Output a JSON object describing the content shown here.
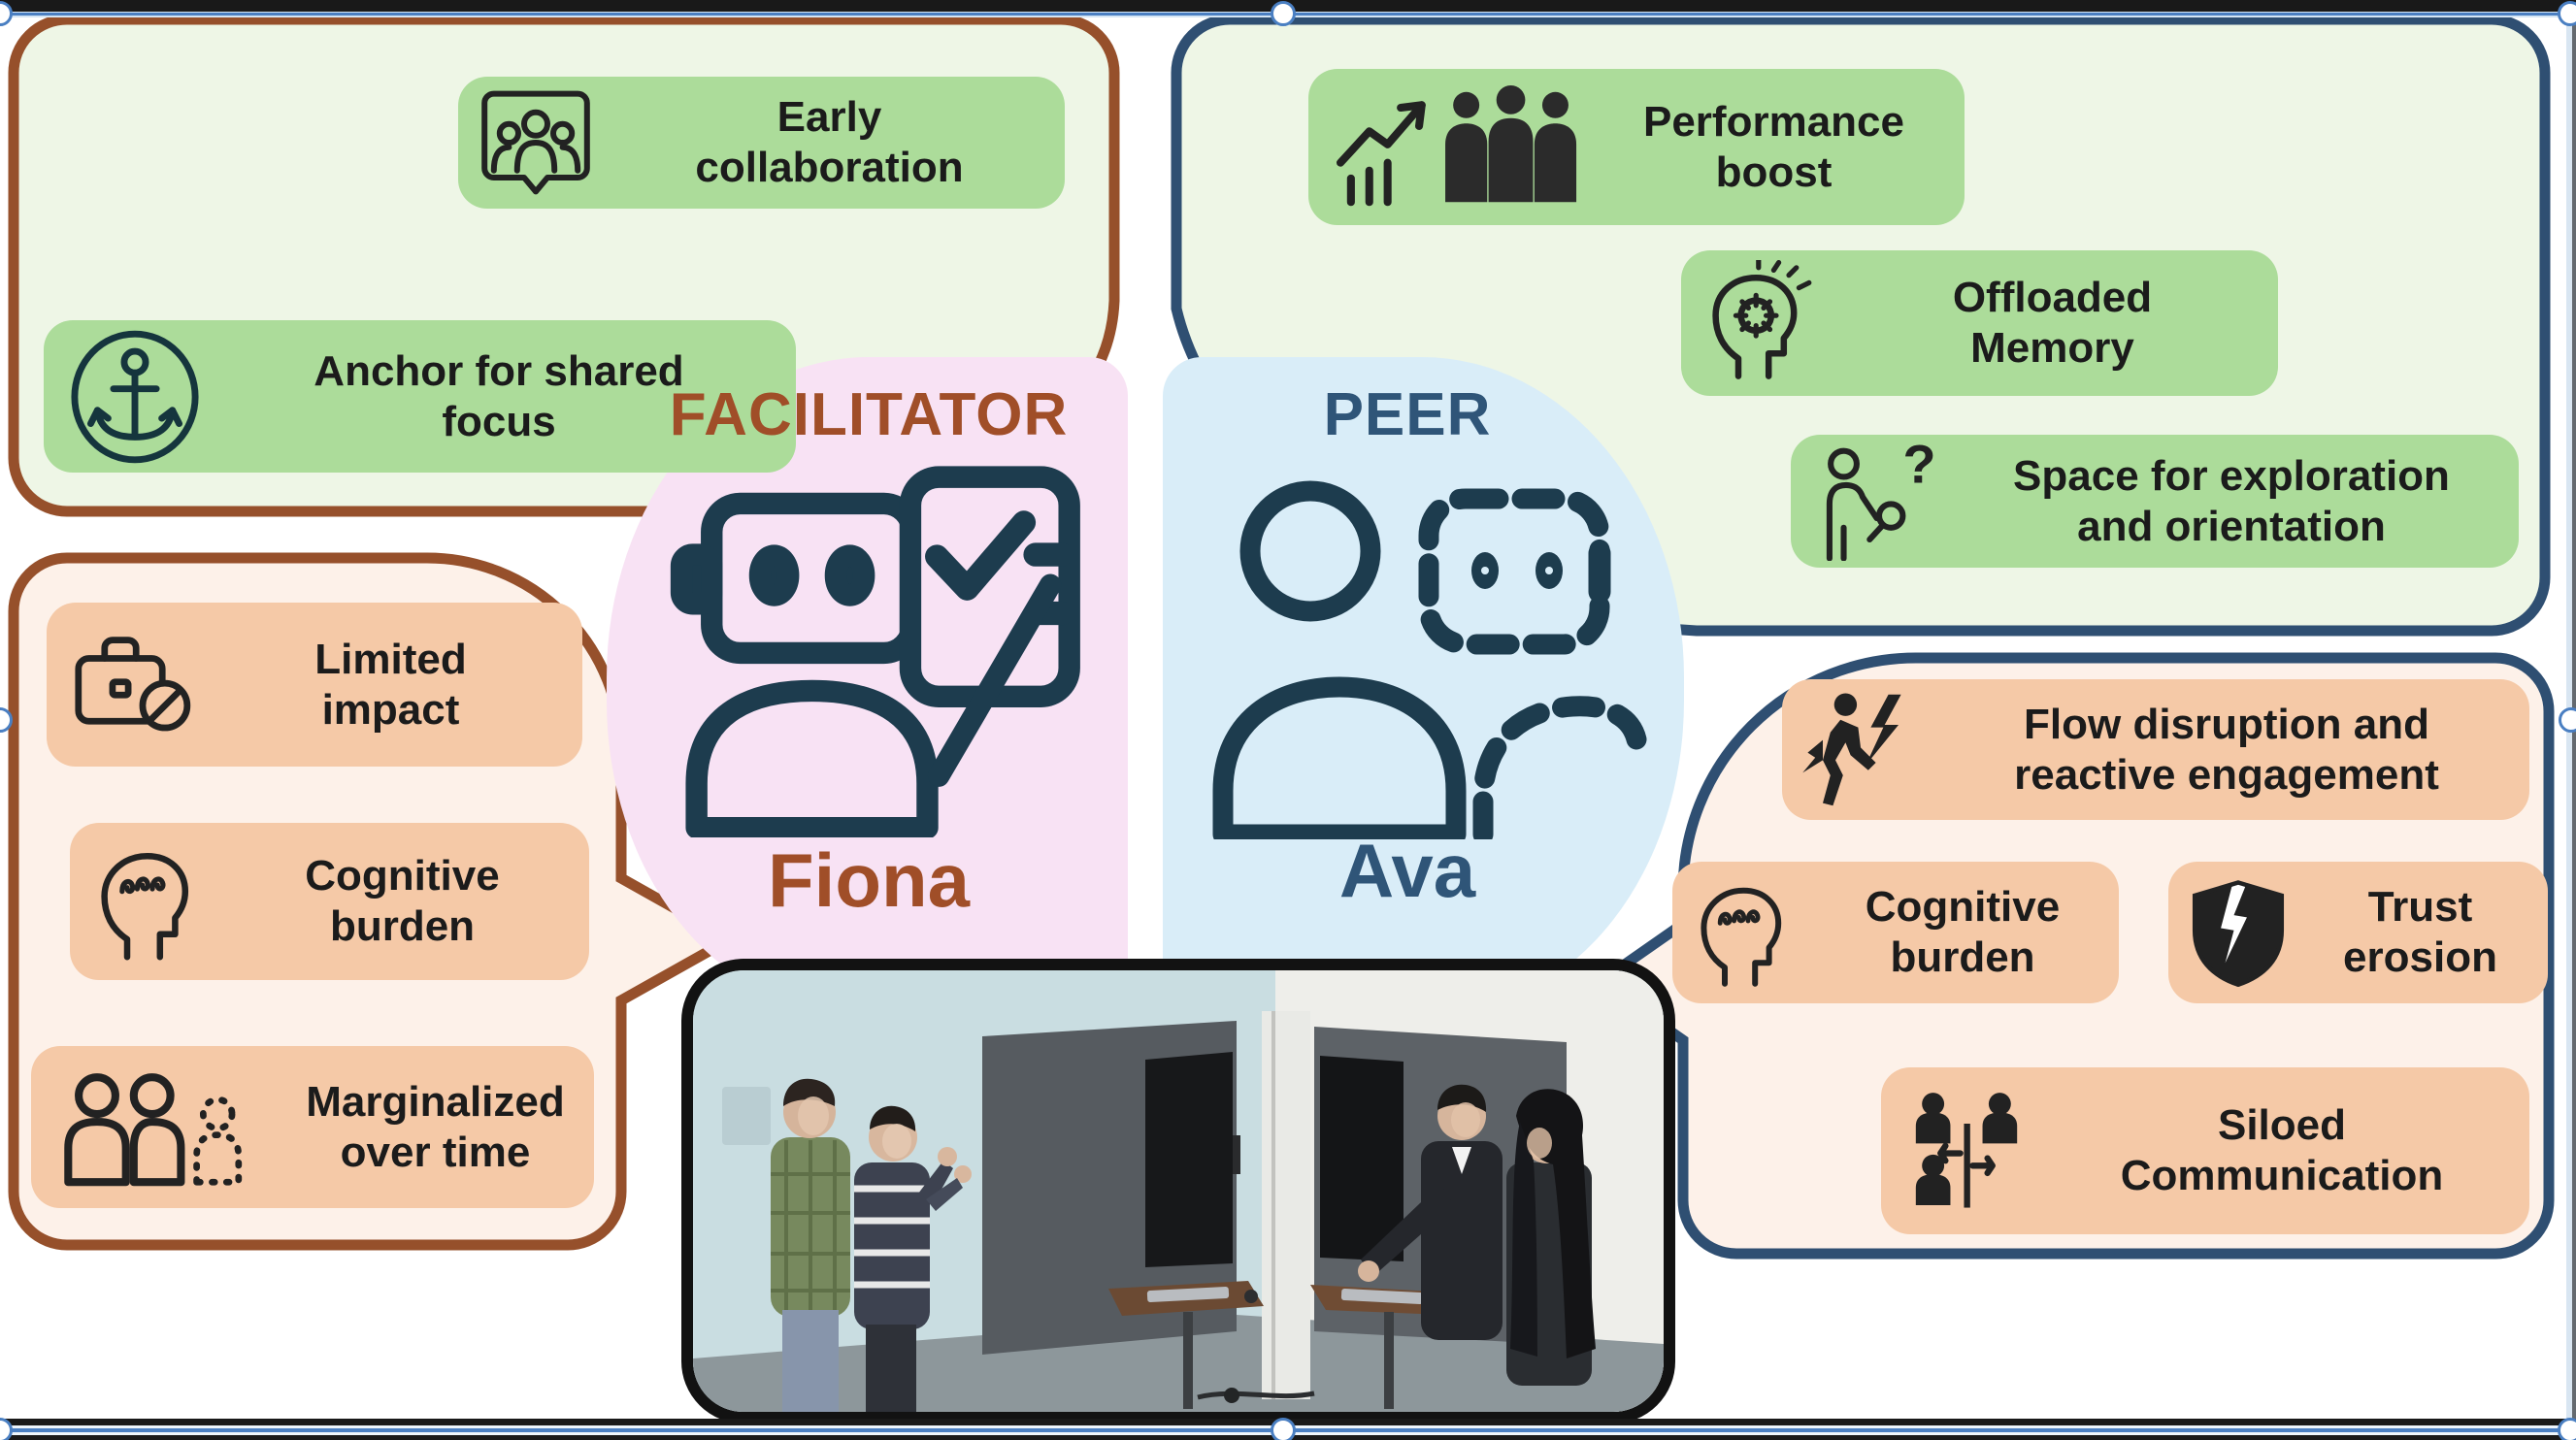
{
  "facilitator": {
    "role_label": "FACILITATOR",
    "name": "Fiona",
    "pros": {
      "items": [
        {
          "icon": "group-speech-bubble-icon",
          "label": "Early collaboration"
        },
        {
          "icon": "anchor-icon",
          "label": "Anchor for shared focus"
        }
      ]
    },
    "cons": {
      "items": [
        {
          "icon": "briefcase-blocked-icon",
          "label": "Limited impact"
        },
        {
          "icon": "cognitive-burden-head-icon",
          "label": "Cognitive burden"
        },
        {
          "icon": "marginalized-people-icon",
          "label": "Marginalized over time"
        }
      ]
    }
  },
  "peer": {
    "role_label": "PEER",
    "name": "Ava",
    "pros": {
      "items": [
        {
          "icon": "performance-chart-people-icon",
          "label": "Performance boost"
        },
        {
          "icon": "offloaded-memory-head-gear-icon",
          "label": "Offloaded Memory"
        },
        {
          "icon": "exploration-person-question-icon",
          "label": "Space for exploration and orientation"
        }
      ]
    },
    "cons": {
      "items": [
        {
          "icon": "flow-disruption-walking-bolt-icon",
          "label": "Flow disruption and reactive engagement"
        },
        {
          "icon": "cognitive-burden-head-icon",
          "label": "Cognitive burden"
        },
        {
          "icon": "trust-erosion-shield-icon",
          "label": "Trust erosion"
        },
        {
          "icon": "siloed-communication-icon",
          "label": "Siloed Communication"
        }
      ]
    }
  },
  "colors": {
    "facilitator_accent": "#a04e28",
    "facilitator_border": "#96502b",
    "peer_accent": "#2f5578",
    "peer_border": "#2f4f72",
    "pros_box_bg": "#eef6e6",
    "pros_pill_bg": "#acdc9a",
    "cons_box_bg": "#fdf1e9",
    "cons_pill_bg": "#f5c9a7",
    "facilitator_panel_bg": "#f8e2f4",
    "peer_panel_bg": "#d9edf8",
    "icon_dark": "#1d3c4e",
    "selection_line": "#4a7fc2"
  }
}
